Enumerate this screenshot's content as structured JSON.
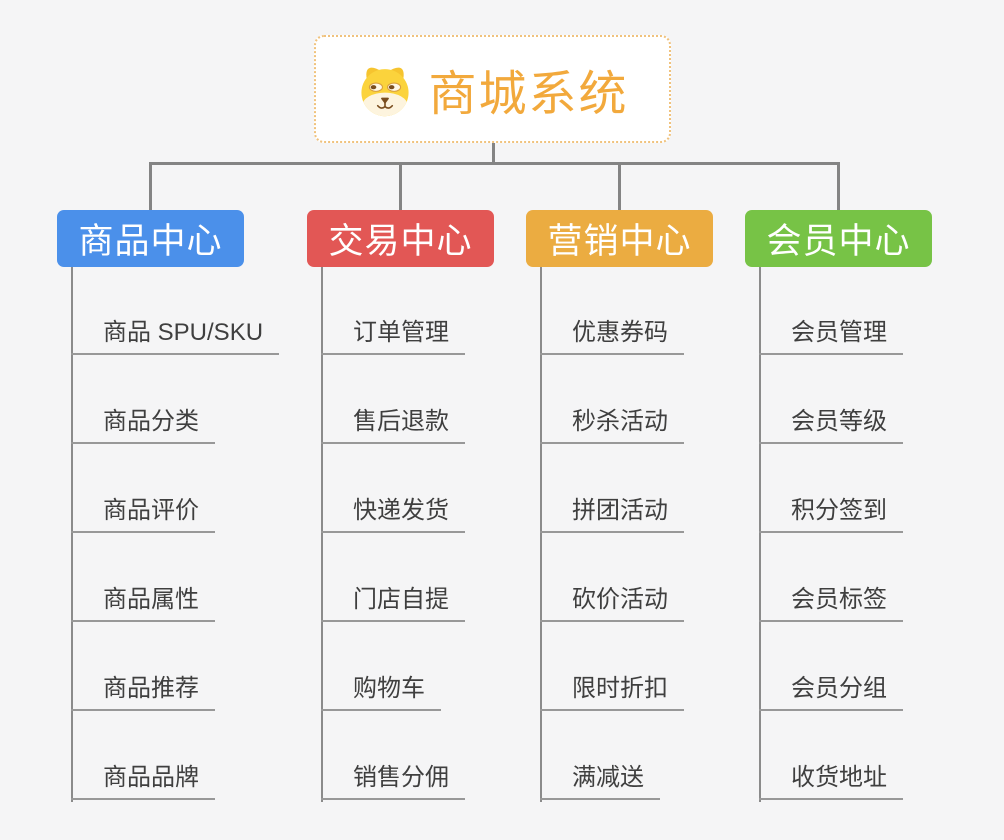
{
  "root": {
    "title": "商城系统",
    "icon": "doge-face-icon",
    "title_color": "#f2a93c",
    "border_color": "#f0c27d"
  },
  "colors": {
    "background": "#f5f5f6",
    "connector": "#848484",
    "underline": "#989898",
    "child_text": "#3f3f3f"
  },
  "branches": [
    {
      "label": "商品中心",
      "color": "#4b90ea",
      "children": [
        "商品 SPU/SKU",
        "商品分类",
        "商品评价",
        "商品属性",
        "商品推荐",
        "商品品牌"
      ]
    },
    {
      "label": "交易中心",
      "color": "#e25755",
      "children": [
        "订单管理",
        "售后退款",
        "快递发货",
        "门店自提",
        "购物车",
        "销售分佣"
      ]
    },
    {
      "label": "营销中心",
      "color": "#ebac41",
      "children": [
        "优惠券码",
        "秒杀活动",
        "拼团活动",
        "砍价活动",
        "限时折扣",
        "满减送"
      ]
    },
    {
      "label": "会员中心",
      "color": "#77c346",
      "children": [
        "会员管理",
        "会员等级",
        "积分签到",
        "会员标签",
        "会员分组",
        "收货地址"
      ]
    }
  ]
}
